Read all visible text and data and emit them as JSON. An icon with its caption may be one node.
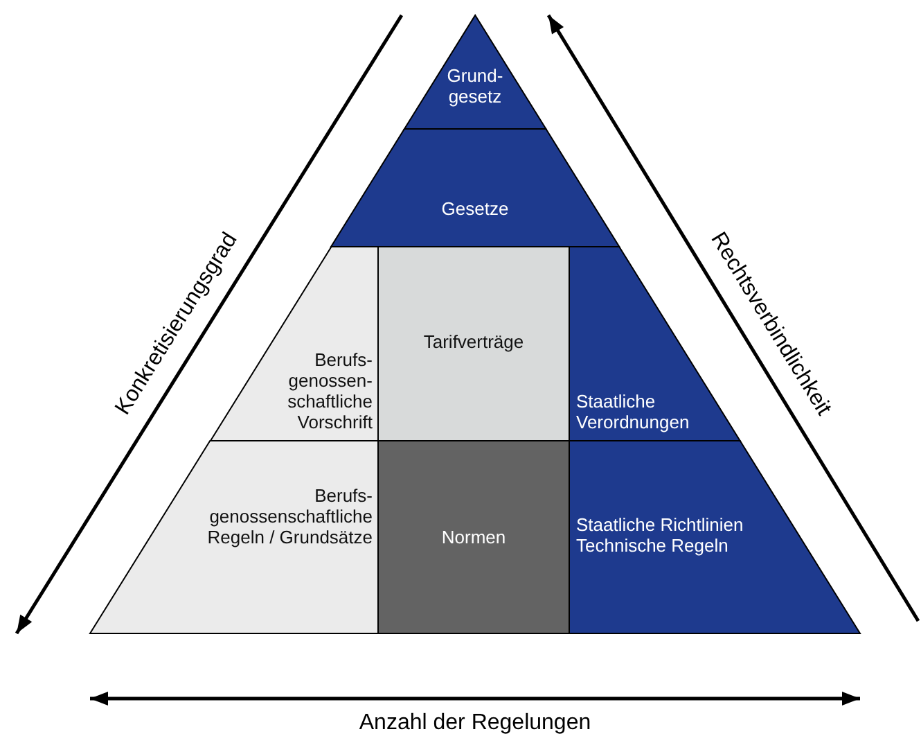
{
  "diagram": {
    "nodes": [
      {
        "text": [
          "Grund- gesetz"
        ]
      },
      {
        "text": [
          "Gesetze"
        ]
      },
      {
        "text": [
          "Berufs- genossen- schaftliche Vorschrift"
        ]
      },
      {
        "text": [
          "Tarifverträge"
        ]
      },
      {
        "text": [
          "Staatliche Verordnungen"
        ]
      },
      {
        "text": [
          "Berufs- genossenschaftliche Regeln / Grundsätze"
        ]
      },
      {
        "text": [
          "Normen"
        ]
      },
      {
        "text": [
          "Staatliche Richtlinien",
          "Technische Regeln"
        ]
      }
    ],
    "labels": [
      "Konkretisierungsgrad",
      "Rechtsverbindlichkeit",
      "Anzahl der Regelungen"
    ]
  }
}
